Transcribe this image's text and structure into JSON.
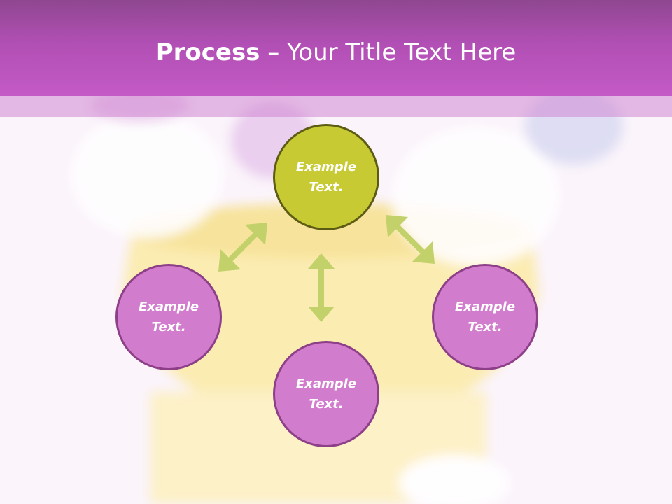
{
  "header": {
    "title_bold": "Process",
    "title_rest": " – Your Title Text Here"
  },
  "nodes": {
    "top": "Example\nText.",
    "left": "Example\nText.",
    "right": "Example\nText.",
    "bottom": "Example\nText."
  },
  "colors": {
    "header": "#b14fb4",
    "node_pink": "#d27cce",
    "node_green": "#c8ca34",
    "arrow": "#c3d16b"
  }
}
